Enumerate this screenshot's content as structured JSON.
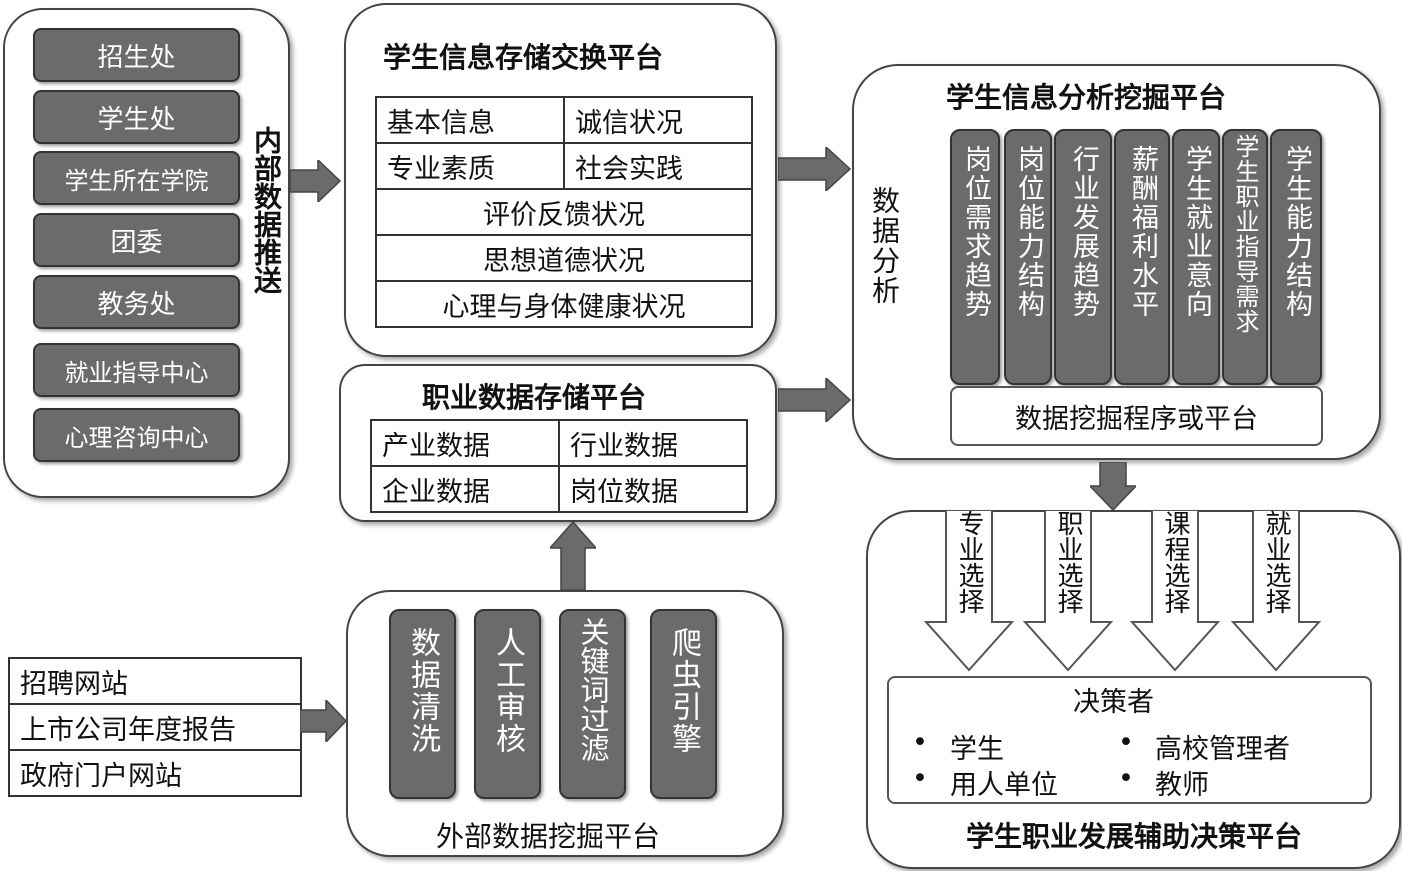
{
  "internal_sources": {
    "items": [
      "招生处",
      "学生处",
      "学生所在学院",
      "团委",
      "教务处",
      "就业指导中心",
      "心理咨询中心"
    ],
    "push_label": "内部数据推送"
  },
  "storage_platform": {
    "title": "学生信息存储交换平台",
    "cells": [
      "基本信息",
      "诚信状况",
      "专业素质",
      "社会实践"
    ],
    "rows": [
      "评价反馈状况",
      "思想道德状况",
      "心理与身体健康状况"
    ]
  },
  "career_platform": {
    "title": "职业数据存储平台",
    "cells": [
      "产业数据",
      "行业数据",
      "企业数据",
      "岗位数据"
    ]
  },
  "analysis_platform": {
    "title": "学生信息分析挖掘平台",
    "side_label": "数据分析",
    "columns": [
      "岗位需求趋势",
      "岗位能力结构",
      "行业发展趋势",
      "薪酬福利水平",
      "学生就业意向",
      "学生职业指导需求",
      "学生能力结构"
    ],
    "mining_label": "数据挖掘程序或平台"
  },
  "external_sources": {
    "items": [
      "招聘网站",
      "上市公司年度报告",
      "政府门户网站"
    ]
  },
  "external_platform": {
    "title": "外部数据挖掘平台",
    "steps": [
      "数据清洗",
      "人工审核",
      "关键词过滤",
      "爬虫引擎"
    ]
  },
  "decision_platform": {
    "title": "学生职业发展辅助决策平台",
    "choices": [
      "专业选择",
      "职业选择",
      "课程选择",
      "就业选择"
    ],
    "decider_title": "决策者",
    "deciders": [
      "学生",
      "高校管理者",
      "用人单位",
      "教师"
    ]
  },
  "colors": {
    "pill": "#6b6b6b",
    "arrow": "#6b6b6b",
    "border": "#444444"
  }
}
